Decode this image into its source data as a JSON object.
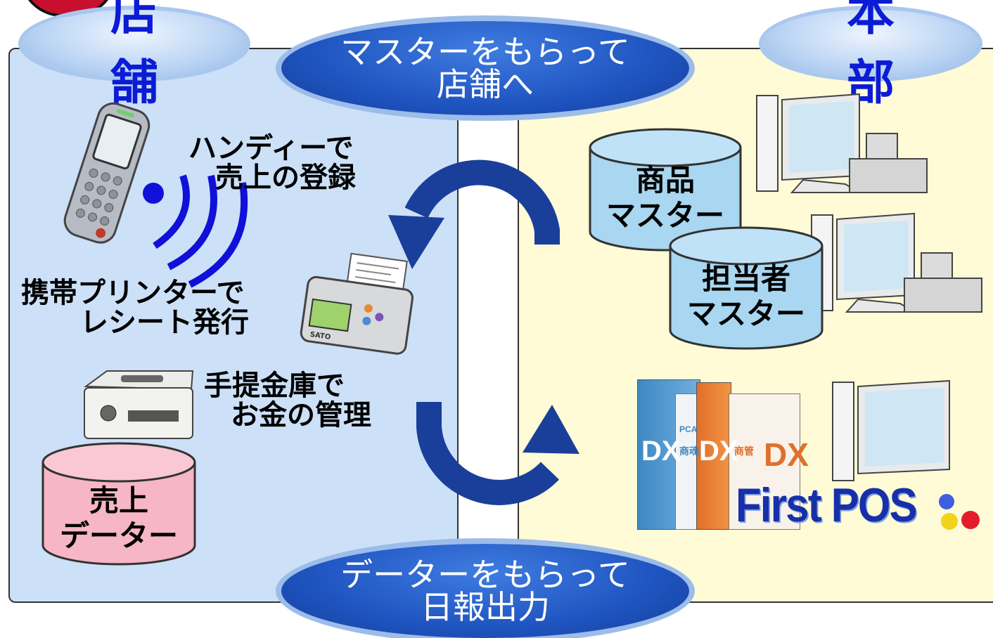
{
  "store": {
    "label": "店　舗"
  },
  "hq": {
    "label": "本　部"
  },
  "top_message": {
    "line1": "マスターをもらって",
    "line2": "店舗へ"
  },
  "bottom_message": {
    "line1": "データーをもらって",
    "line2": "日報出力"
  },
  "handy": {
    "line1": "ハンディーで",
    "line2": "売上の登録"
  },
  "printer": {
    "line1": "携帯プリンターで",
    "line2": "レシート発行"
  },
  "cashbox": {
    "line1": "手提金庫で",
    "line2": "お金の管理"
  },
  "sales_data": {
    "line1": "売上",
    "line2": "データー"
  },
  "product_master": {
    "line1": "商品",
    "line2": "マスター"
  },
  "staff_master": {
    "line1": "担当者",
    "line2": "マスター"
  },
  "printer_brand": "SATO",
  "software": {
    "brand": "PCA",
    "box1": "商魂",
    "box2": "商管",
    "dx": "DX",
    "pos_logo": "First POS"
  },
  "colors": {
    "store_bg": "#cce0f7",
    "hq_bg": "#fefbd6",
    "arrow": "#1a3f9a",
    "label_blue": "#0b1bd6"
  }
}
